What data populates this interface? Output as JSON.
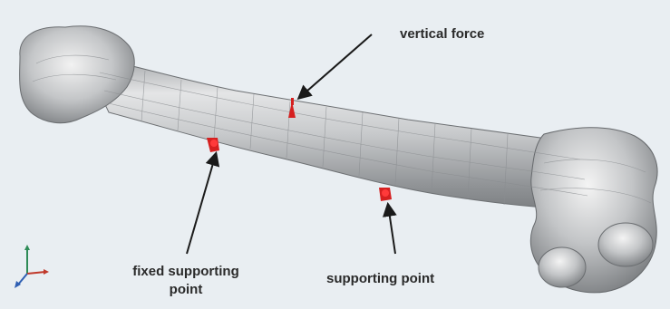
{
  "annotations": {
    "vertical_force": "vertical force",
    "fixed_support_line1": "fixed supporting",
    "fixed_support_line2": "point",
    "supporting_point": "supporting point"
  },
  "colors": {
    "background": "#e9eef2",
    "bone": "#b7b9bb",
    "bone_highlight": "#eeeeee",
    "marker": "#d62020",
    "arrow": "#1a1a1a",
    "axis_x": "#c0392b",
    "axis_y": "#2e8b57",
    "axis_z": "#2f5fb3"
  },
  "icons": {
    "triad": "coordinate-axes-icon",
    "marker": "boundary-condition-marker-icon"
  }
}
